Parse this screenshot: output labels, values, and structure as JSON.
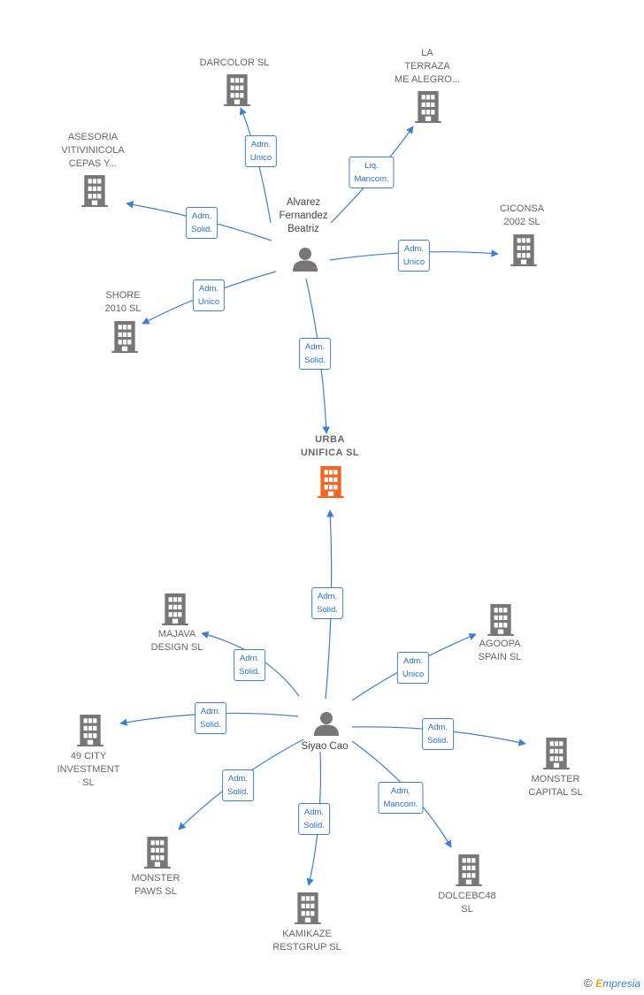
{
  "colors": {
    "edge": "#3a7fd5",
    "company": "#777777",
    "focus": "#f26522",
    "person": "#777777",
    "label": "#666666"
  },
  "nodes": {
    "darcolor": {
      "lines": [
        "DARCOLOR SL"
      ],
      "type": "company"
    },
    "la_terraza": {
      "lines": [
        "LA",
        "TERRAZA",
        "ME ALEGRO..."
      ],
      "type": "company"
    },
    "asesoria": {
      "lines": [
        "ASESORIA",
        "VITIVINICOLA",
        "CEPAS Y..."
      ],
      "type": "company"
    },
    "ciconsa": {
      "lines": [
        "CICONSA",
        "2002 SL"
      ],
      "type": "company"
    },
    "shore": {
      "lines": [
        "SHORE",
        "2010 SL"
      ],
      "type": "company"
    },
    "alvarez": {
      "lines": [
        "Alvarez",
        "Fernandez",
        "Beatriz"
      ],
      "type": "person"
    },
    "urba": {
      "lines": [
        "URBA",
        "UNIFICA  SL"
      ],
      "type": "focus"
    },
    "majava": {
      "lines": [
        "MAJAVA",
        "DESIGN  SL"
      ],
      "type": "company"
    },
    "agoopa": {
      "lines": [
        "AGOOPA",
        "SPAIN  SL"
      ],
      "type": "company"
    },
    "city49": {
      "lines": [
        "49 CITY",
        "INVESTMENT",
        "SL"
      ],
      "type": "company"
    },
    "siyao": {
      "lines": [
        "Siyao Cao"
      ],
      "type": "person"
    },
    "monster_capital": {
      "lines": [
        "MONSTER",
        "CAPITAL  SL"
      ],
      "type": "company"
    },
    "monster_paws": {
      "lines": [
        "MONSTER",
        "PAWS  SL"
      ],
      "type": "company"
    },
    "dolcebc48": {
      "lines": [
        "DOLCEBC48",
        "SL"
      ],
      "type": "company"
    },
    "kamikaze": {
      "lines": [
        "KAMIKAZE",
        "RESTGRUP  SL"
      ],
      "type": "company"
    }
  },
  "edges": [
    {
      "from": "alvarez",
      "to": "darcolor",
      "role": [
        "Adm.",
        "Unico"
      ]
    },
    {
      "from": "alvarez",
      "to": "la_terraza",
      "role": [
        "Liq.",
        "Mancom."
      ]
    },
    {
      "from": "alvarez",
      "to": "asesoria",
      "role": [
        "Adm.",
        "Solid."
      ]
    },
    {
      "from": "alvarez",
      "to": "ciconsa",
      "role": [
        "Adm.",
        "Unico"
      ]
    },
    {
      "from": "alvarez",
      "to": "shore",
      "role": [
        "Adm.",
        "Unico"
      ]
    },
    {
      "from": "alvarez",
      "to": "urba",
      "role": [
        "Adm.",
        "Solid."
      ]
    },
    {
      "from": "siyao",
      "to": "urba",
      "role": [
        "Adm.",
        "Solid."
      ]
    },
    {
      "from": "siyao",
      "to": "majava",
      "role": [
        "Adm.",
        "Solid."
      ]
    },
    {
      "from": "siyao",
      "to": "agoopa",
      "role": [
        "Adm.",
        "Unico"
      ]
    },
    {
      "from": "siyao",
      "to": "city49",
      "role": [
        "Adm.",
        "Solid."
      ]
    },
    {
      "from": "siyao",
      "to": "monster_capital",
      "role": [
        "Adm.",
        "Solid."
      ]
    },
    {
      "from": "siyao",
      "to": "monster_paws",
      "role": [
        "Adm.",
        "Solid."
      ]
    },
    {
      "from": "siyao",
      "to": "dolcebc48",
      "role": [
        "Adm.",
        "Mancom."
      ]
    },
    {
      "from": "siyao",
      "to": "kamikaze",
      "role": [
        "Adm.",
        "Solid."
      ]
    }
  ],
  "footer": {
    "copyright": "©",
    "brand_initial": "E",
    "brand_rest": "mpresia"
  }
}
